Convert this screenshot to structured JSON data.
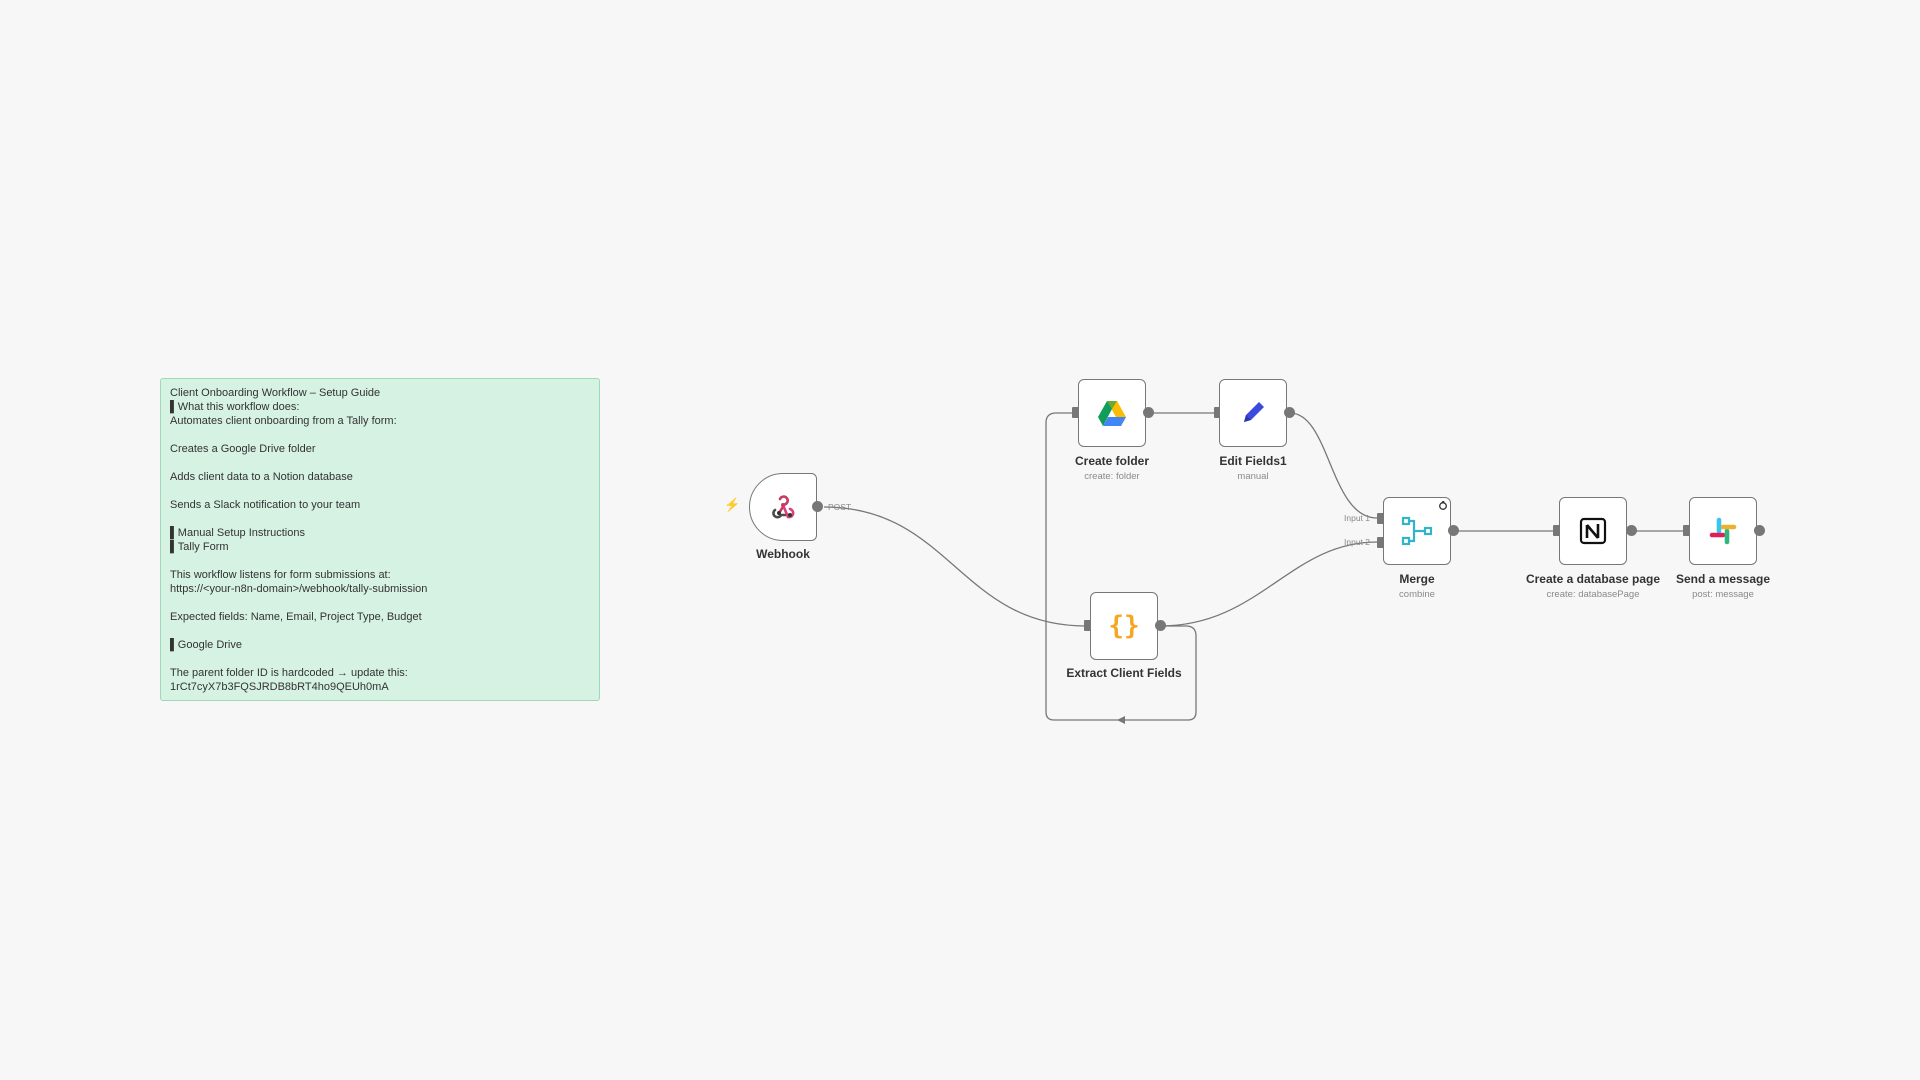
{
  "sticky_note": {
    "lines": [
      "Client Onboarding Workflow – Setup Guide",
      "▌What this workflow does:",
      "Automates client onboarding from a Tally form:",
      "Creates a Google Drive folder",
      "Adds client data to a Notion database",
      "Sends a Slack notification to your team",
      "▌Manual Setup Instructions",
      "▌Tally Form",
      "This workflow listens for form submissions at:",
      "https://<your-n8n-domain>/webhook/tally-submission",
      "Expected fields: Name, Email, Project Type, Budget",
      "▌Google Drive",
      "The parent folder ID is hardcoded → update this:",
      "1rCt7cyX7b3FQSJRDB8bRT4ho9QEUh0mA"
    ]
  },
  "nodes": {
    "webhook": {
      "label": "Webhook",
      "output_label": "POST",
      "icon": "webhook-icon"
    },
    "create_folder": {
      "label": "Create folder",
      "subtitle": "create: folder",
      "icon": "google-drive-icon"
    },
    "edit_fields": {
      "label": "Edit Fields1",
      "subtitle": "manual",
      "icon": "pencil-icon"
    },
    "extract_fields": {
      "label": "Extract Client Fields",
      "icon": "code-braces-icon"
    },
    "merge": {
      "label": "Merge",
      "subtitle": "combine",
      "input1": "Input 1",
      "input2": "Input 2",
      "icon": "merge-icon"
    },
    "notion": {
      "label": "Create a database page",
      "subtitle": "create: databasePage",
      "icon": "notion-icon"
    },
    "slack": {
      "label": "Send a message",
      "subtitle": "post: message",
      "icon": "slack-icon"
    }
  },
  "colors": {
    "canvas_bg": "#f7f7f7",
    "sticky_bg": "#d6f2e3",
    "sticky_border": "#9ed9b8",
    "edge": "#777777",
    "trigger_bolt": "#ff6d5a",
    "code_icon": "#f5a623",
    "pencil_icon": "#3b49df",
    "merge_icon": "#35b3c9"
  }
}
